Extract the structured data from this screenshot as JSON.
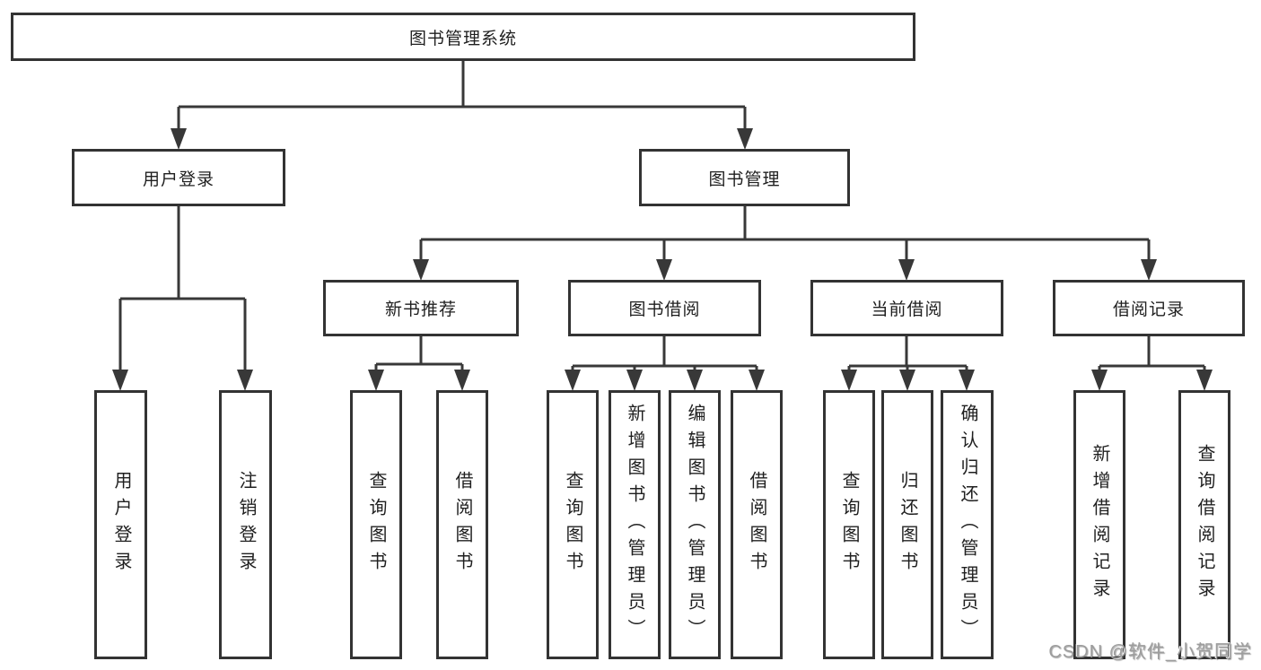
{
  "diagram": {
    "type": "tree",
    "root": {
      "label": "图书管理系统"
    },
    "branches": [
      {
        "label": "用户登录",
        "children": [
          {
            "label": "用户登录"
          },
          {
            "label": "注销登录"
          }
        ]
      },
      {
        "label": "图书管理",
        "children": [
          {
            "label": "新书推荐",
            "children": [
              {
                "label": "查询图书"
              },
              {
                "label": "借阅图书"
              }
            ]
          },
          {
            "label": "图书借阅",
            "children": [
              {
                "label": "查询图书"
              },
              {
                "label": "新增图书（管理员）"
              },
              {
                "label": "编辑图书（管理员）"
              },
              {
                "label": "借阅图书"
              }
            ]
          },
          {
            "label": "当前借阅",
            "children": [
              {
                "label": "查询图书"
              },
              {
                "label": "归还图书"
              },
              {
                "label": "确认归还（管理员）"
              }
            ]
          },
          {
            "label": "借阅记录",
            "children": [
              {
                "label": "新增借阅记录"
              },
              {
                "label": "查询借阅记录"
              }
            ]
          }
        ]
      }
    ]
  },
  "watermark": {
    "text": "CSDN @软件_小贺同学"
  },
  "colors": {
    "line": "#383838",
    "box_border": "#333333",
    "text": "#1f1f1f",
    "background": "#ffffff",
    "watermark": "#9d9d9d"
  }
}
